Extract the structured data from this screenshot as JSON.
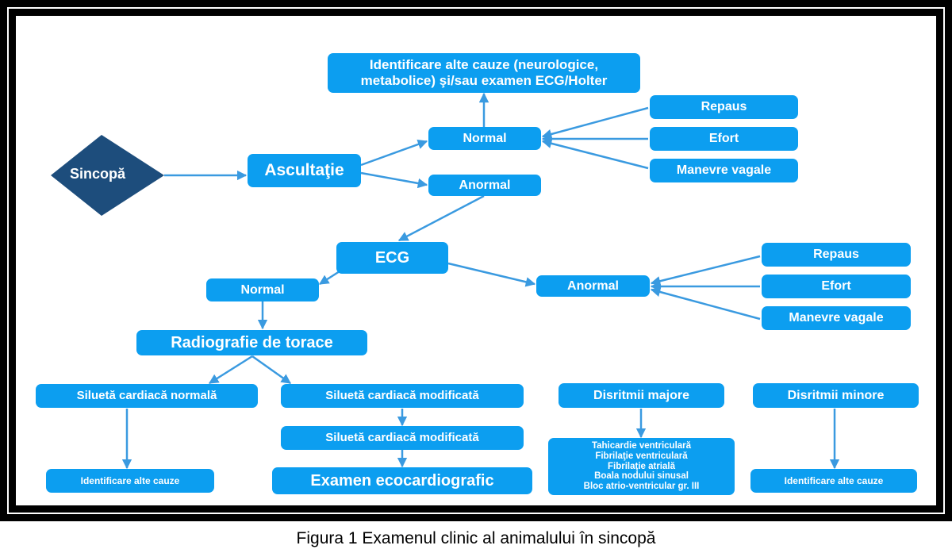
{
  "colors": {
    "box": "#0c9ef0",
    "diamond": "#1d4d7c",
    "arrow": "#3a9ae0",
    "frame": "#000000"
  },
  "nodes": {
    "sincopa": "Sincopă",
    "identificare_top_line1": "Identificare alte cauze (neurologice,",
    "identificare_top_line2": "metabolice) şi/sau examen ECG/Holter",
    "auscultatie": "Ascultaţie",
    "normal_top": "Normal",
    "anormal_top": "Anormal",
    "repaus_top": "Repaus",
    "efort_top": "Efort",
    "manevre_top": "Manevre vagale",
    "ecg": "ECG",
    "normal_ecg": "Normal",
    "anormal_ecg": "Anormal",
    "repaus_ecg": "Repaus",
    "efort_ecg": "Efort",
    "manevre_ecg": "Manevre vagale",
    "radiografie": "Radiografie de torace",
    "silueta_normala": "Siluetă cardiacă normală",
    "silueta_modificata_1": "Siluetă cardiacă modificată",
    "silueta_modificata_2": "Siluetă cardiacă modificată",
    "examen_eco": "Examen ecocardiografic",
    "identificare_left": "Identificare alte cauze",
    "disritmii_majore": "Disritmii majore",
    "disritmii_majore_list": [
      "Tahicardie ventriculară",
      "Fibrilaţie ventriculară",
      "Fibrilaţie atrială",
      "Boala nodului sinusal",
      "Bloc atrio-ventricular gr. III"
    ],
    "disritmii_minore": "Disritmii minore",
    "identificare_right": "Identificare alte cauze"
  },
  "caption": "Figura 1 Examenul clinic al animalului în sincopă"
}
